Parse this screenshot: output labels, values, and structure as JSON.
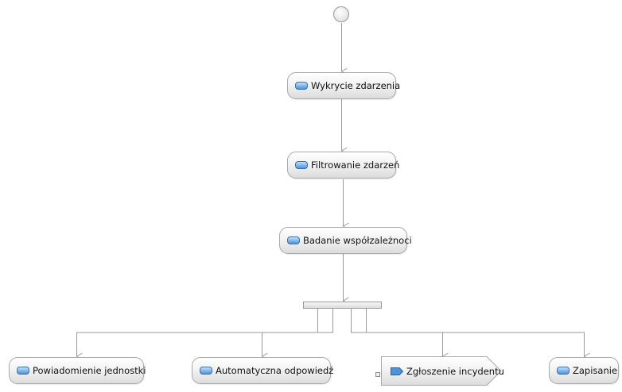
{
  "diagram": {
    "nodes": {
      "detect": {
        "label": "Wykrycie zdarzenia",
        "icon": "action-icon"
      },
      "filter": {
        "label": "Filtrowanie zdarzeń",
        "icon": "action-icon"
      },
      "correlate": {
        "label": "Badanie współzależnoci",
        "icon": "action-icon"
      },
      "notify": {
        "label": "Powiadomienie jednostki",
        "icon": "action-icon"
      },
      "auto_reply": {
        "label": "Automatyczna odpowiedź",
        "icon": "action-icon"
      },
      "report": {
        "label": "Zgłoszenie incydentu",
        "icon": "send-signal-icon"
      },
      "save": {
        "label": "Zapisanie",
        "icon": "action-icon"
      }
    },
    "initial": {
      "icon": "initial-node"
    },
    "fork": {
      "icon": "fork-bar"
    },
    "colors": {
      "edge": "#9a9a9a",
      "node_border": "#a9a9a9",
      "icon_fill": "#4f93d8"
    }
  }
}
